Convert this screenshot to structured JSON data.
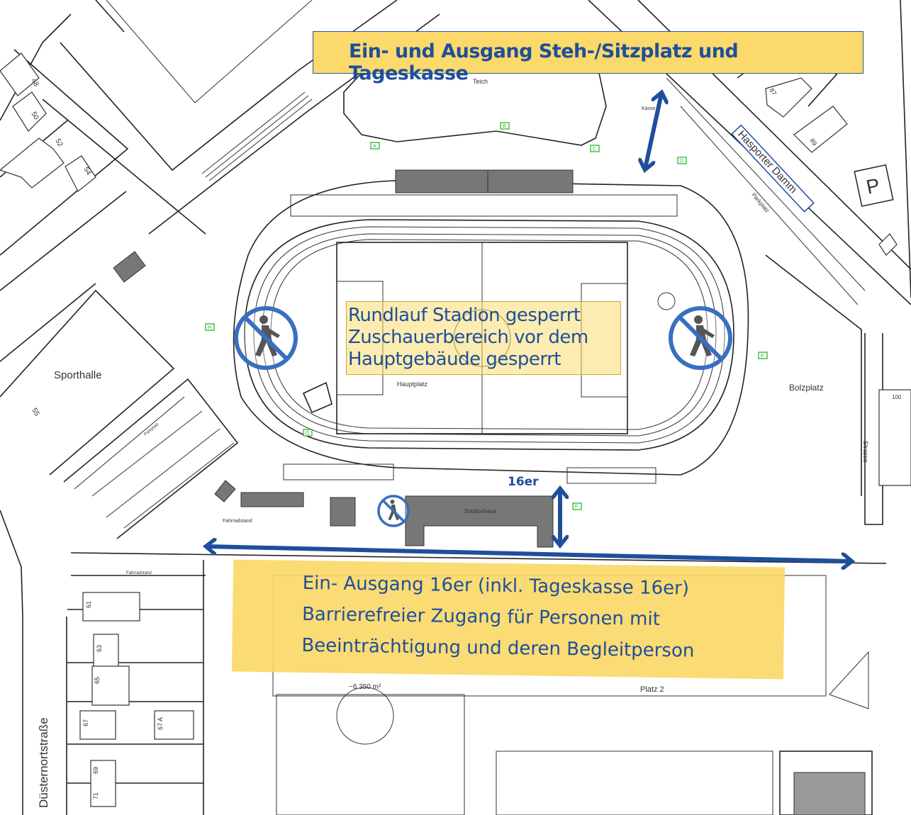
{
  "banners": {
    "top": "Ein- und Ausgang Steh-/Sitzplatz und Tageskasse",
    "center": [
      "Rundlauf Stadion gesperrt",
      "Zuschauerbereich vor dem",
      "Hauptgebäude gesperrt"
    ],
    "bottom": [
      "Ein- Ausgang 16er (inkl. Tageskasse 16er)",
      "Barrierefreier Zugang für Personen mit",
      "Beeinträchtigung und deren Begleitperson"
    ],
    "gate_label": "16er"
  },
  "map_labels": {
    "street_hasporter": "Hasporter Damm",
    "street_duesternort": "Düsternortstraße",
    "street_strasse": "Strasse",
    "parking_symbol": "P",
    "parkplatz_east": "Parkplatz",
    "parkplatz_west": "Parkplatz",
    "sporthalle": "Sporthalle",
    "bolzplatz": "Bolzplatz",
    "hauptplatz": "Hauptplatz",
    "stadionhaus": "Stadionhaus",
    "fahrradstand_1": "Fahrradstand",
    "fahrradstand_2": "Fahrradstand",
    "teich": "Teich",
    "kasse": "Kasse",
    "platz2": "Platz 2",
    "area": "~6.350 m²"
  },
  "house_numbers": [
    "48",
    "50",
    "52",
    "54",
    "55",
    "61",
    "63",
    "65",
    "67",
    "67 A",
    "69",
    "71",
    "87",
    "89",
    "100"
  ],
  "markers": [
    "A",
    "B",
    "C",
    "D",
    "E",
    "F",
    "G",
    "H"
  ],
  "colors": {
    "accent_blue": "#1e4f9c",
    "banner_yellow": "#fbd96a",
    "marker_green": "#2fb52f"
  }
}
